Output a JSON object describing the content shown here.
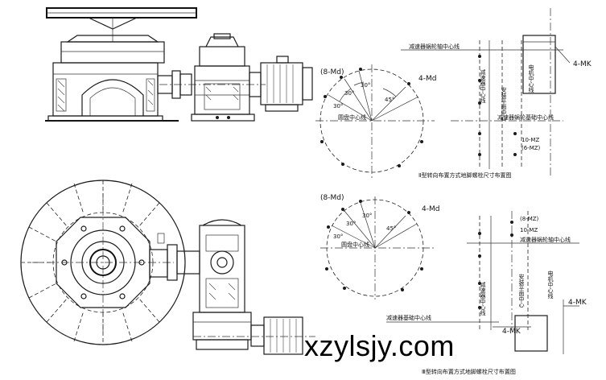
{
  "watermark": "xzylsjy.com",
  "diagram_top": {
    "label_bolt_circle": "(8-Md)",
    "label_md": "4-Md",
    "angle_a": "30°",
    "angle_b": "30°",
    "angle_c": "30°",
    "angle_d": "45°",
    "label_center": "圆盘中心线",
    "label_reducer_axis": "减速器蜗轮轴中心线",
    "label_mk": "4-MK",
    "label_base_axis": "减速器蜗轮基础中心线",
    "label_mz": "10-MZ",
    "label_mz2": "(6-MZ)",
    "label_vertical_1": "减速器中心线",
    "label_vertical_2": "安装平面中心",
    "label_vertical_3": "电机中心线",
    "caption": "Ⅱ型转向布置方式地脚螺栓尺寸布置图"
  },
  "diagram_bottom": {
    "label_bolt_circle": "(8-Md)",
    "label_md": "4-Md",
    "angle_a": "30°",
    "angle_b": "30°",
    "angle_c": "30°",
    "angle_d": "45°",
    "label_center": "圆盘中心线",
    "label_mz": "(8-MZ)",
    "label_mz2": "10-MZ",
    "label_reducer_axis": "减速器蜗轮轴中心线",
    "label_vertical_1": "减速器中心线",
    "label_vertical_2": "安装平面中心",
    "label_vertical_3": "电机中心线",
    "label_base": "减速器基础中心线",
    "label_mk": "4-MK",
    "label_mk2": "4-MK",
    "caption": "Ⅲ型转向布置方式地脚螺栓尺寸布置图"
  }
}
